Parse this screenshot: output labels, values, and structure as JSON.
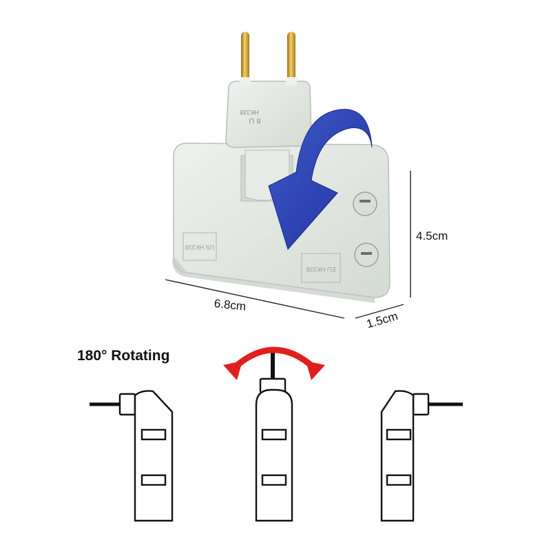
{
  "dimensions": {
    "height": "4.5cm",
    "width": "6.8cm",
    "depth": "1.5cm"
  },
  "plug": {
    "marking": "8 U",
    "model": "HK338"
  },
  "sockets": {
    "left_label": "US HK338",
    "right_label": "EU HK338"
  },
  "rotation": {
    "caption": "180° Rotating"
  },
  "colors": {
    "body": "#e4e9e4",
    "pins": "#d8a431",
    "rotate_arrow": "#2f47b6",
    "swing_arrow": "#e21f1f",
    "diagram_stroke": "#111111"
  }
}
